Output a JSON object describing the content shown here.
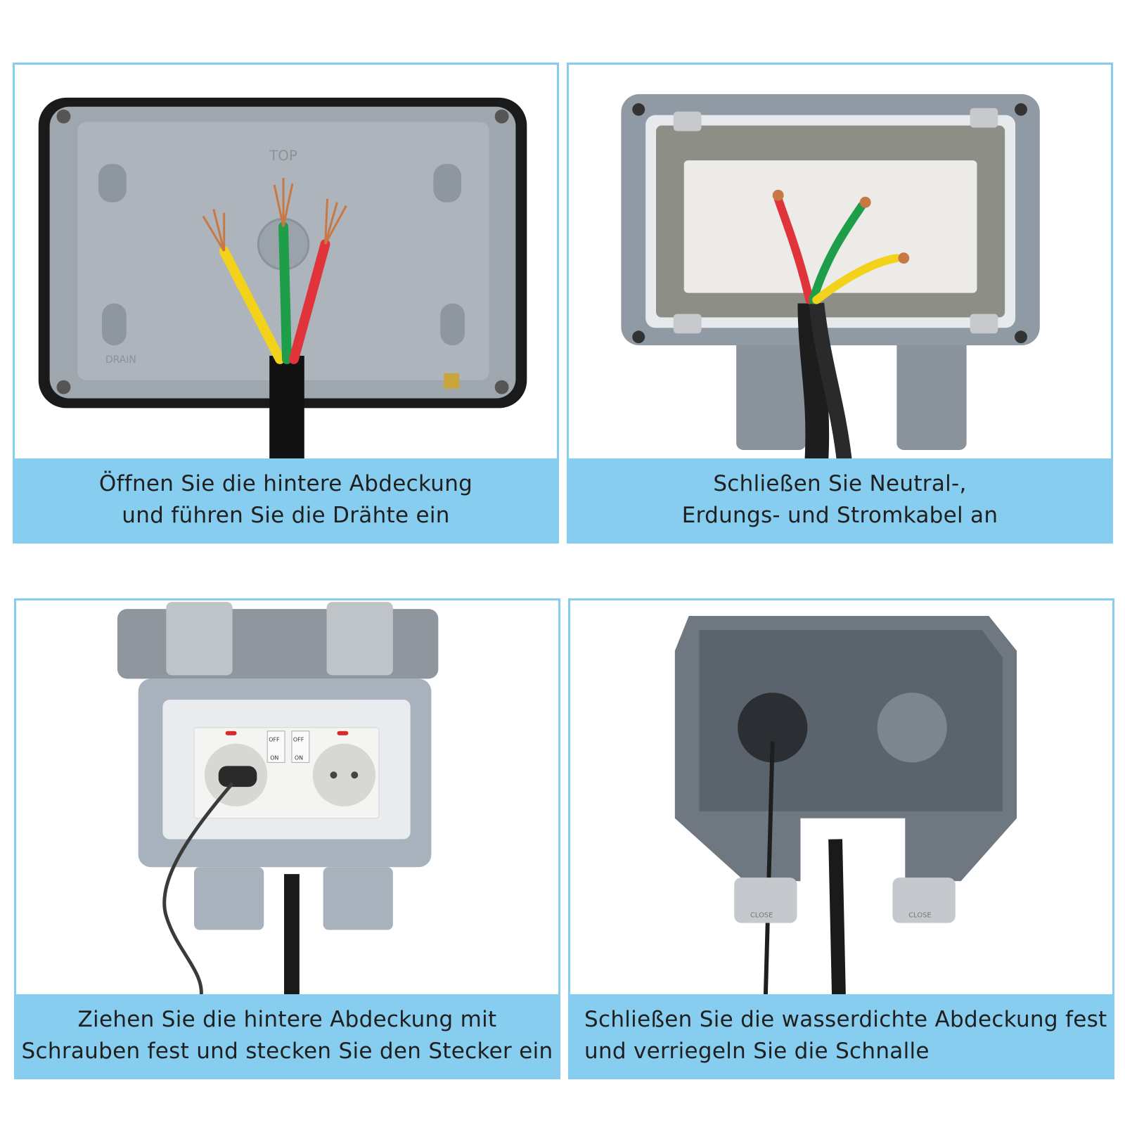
{
  "steps": [
    {
      "caption_line1": "Öffnen Sie die hintere Abdeckung",
      "caption_line2": "und führen Sie die Drähte ein",
      "embossed_top": "TOP",
      "embossed_drain": "DRAIN"
    },
    {
      "caption_line1": "Schließen Sie Neutral-,",
      "caption_line2": "Erdungs- und Stromkabel an"
    },
    {
      "caption_line1": "Ziehen Sie die hintere Abdeckung mit",
      "caption_line2": "Schrauben fest und stecken Sie den Stecker ein",
      "switch_off": "OFF",
      "switch_on": "ON"
    },
    {
      "caption_line1": "Schließen Sie die wasserdichte Abdeckung fest",
      "caption_line2": "und verriegeln Sie die Schnalle",
      "buckle_label": "CLOSE"
    }
  ],
  "colors": {
    "caption_band": "#86cdef",
    "panel_border": "#86cdef",
    "wire_yellow": "#f2d21a",
    "wire_green": "#1f9e4a",
    "wire_red": "#e0343a",
    "housing_gray": "#8f9aa4"
  }
}
